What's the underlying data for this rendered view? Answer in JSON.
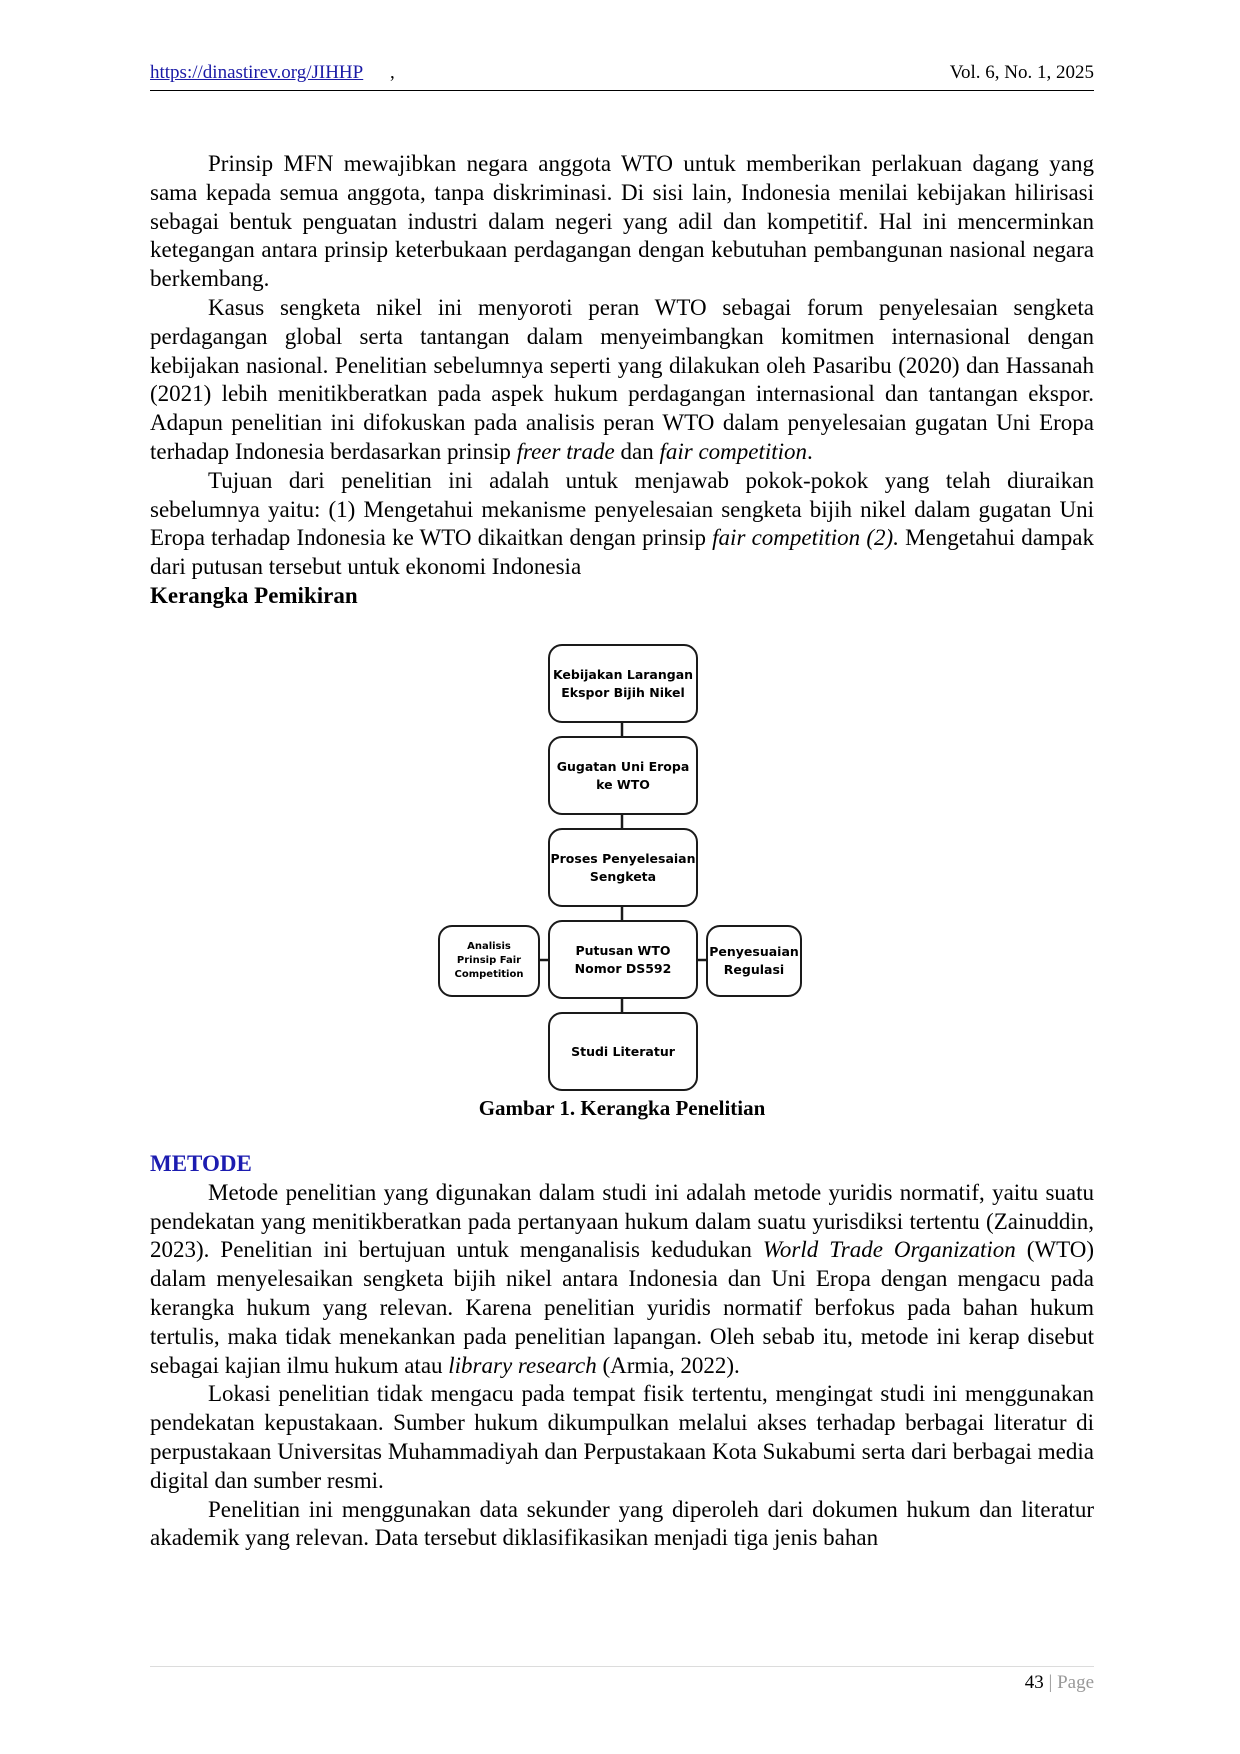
{
  "header": {
    "url": "https://dinastirev.org/JIHHP",
    "url_suffix": ",",
    "volume": "Vol. 6, No. 1, 2025"
  },
  "paragraphs": [
    "Prinsip MFN mewajibkan negara anggota WTO untuk memberikan perlakuan dagang yang sama kepada semua anggota, tanpa diskriminasi. Di sisi lain, Indonesia menilai kebijakan hilirisasi sebagai bentuk penguatan industri dalam negeri yang adil dan kompetitif. Hal ini mencerminkan ketegangan antara prinsip keterbukaan perdagangan dengan kebutuhan pembangunan nasional negara berkembang.",
    {
      "p2_a": "Kasus sengketa nikel ini menyoroti peran WTO sebagai forum penyelesaian sengketa perdagangan global serta tantangan dalam menyeimbangkan komitmen internasional dengan kebijakan nasional. Penelitian sebelumnya seperti yang dilakukan oleh Pasaribu (2020) dan Hassanah (2021) lebih menitikberatkan pada aspek hukum perdagangan internasional dan tantangan ekspor. Adapun penelitian ini difokuskan pada analisis peran WTO dalam penyelesaian gugatan Uni Eropa terhadap Indonesia berdasarkan prinsip ",
      "p2_i1": "freer trade",
      "p2_b": " dan ",
      "p2_i2": "fair competition",
      "p2_c": "."
    },
    {
      "p3_a": "Tujuan dari penelitian ini adalah untuk menjawab pokok-pokok yang telah diuraikan sebelumnya yaitu: (1) Mengetahui mekanisme penyelesaian sengketa bijih nikel dalam gugatan Uni Eropa terhadap Indonesia ke WTO dikaitkan dengan prinsip ",
      "p3_i1": "fair competition (2).",
      "p3_b": " Mengetahui dampak dari putusan tersebut untuk ekonomi Indonesia"
    }
  ],
  "section_heading": "Kerangka Pemikiran",
  "diagram": {
    "nodes": [
      "Kebijakan Larangan Ekspor Bijih Nikel",
      "Gugatan Uni Eropa ke WTO",
      "Proses Penyelesaian Sengketa",
      "Putusan WTO Nomor DS592",
      "Studi Literatur",
      "Analisis Prinsip Fair Competition",
      "Penyesuaian Regulasi"
    ]
  },
  "caption": "Gambar 1. Kerangka Penelitian",
  "metode_heading": "METODE",
  "metode": {
    "m1_a": "Metode penelitian yang digunakan dalam studi ini adalah metode yuridis normatif, yaitu suatu pendekatan yang menitikberatkan pada pertanyaan hukum dalam suatu yurisdiksi tertentu (Zainuddin, 2023). Penelitian ini bertujuan untuk menganalisis kedudukan ",
    "m1_i1": "World Trade Organization",
    "m1_b": " (WTO) dalam menyelesaikan sengketa bijih nikel antara Indonesia dan Uni Eropa dengan mengacu pada kerangka hukum yang relevan. Karena penelitian yuridis normatif berfokus pada bahan hukum tertulis, maka tidak menekankan pada penelitian lapangan. Oleh sebab itu, metode ini kerap disebut sebagai kajian ilmu hukum atau ",
    "m1_i2": "library research",
    "m1_c": " (Armia, 2022).",
    "m2": "Lokasi penelitian tidak mengacu pada tempat fisik tertentu, mengingat studi ini menggunakan pendekatan kepustakaan. Sumber hukum dikumpulkan melalui akses terhadap berbagai literatur di perpustakaan Universitas Muhammadiyah dan Perpustakaan Kota Sukabumi serta dari berbagai media digital dan sumber resmi.",
    "m3": "Penelitian ini menggunakan data sekunder yang diperoleh dari dokumen hukum dan literatur akademik yang relevan. Data tersebut diklasifikasikan menjadi tiga jenis bahan"
  },
  "footer": {
    "page_number": "43",
    "separator": "|",
    "page_label": "Page"
  }
}
